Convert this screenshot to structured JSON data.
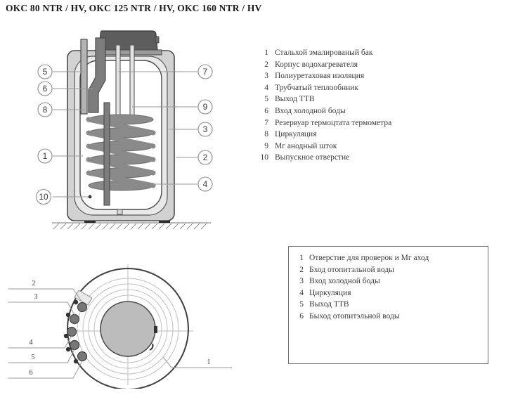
{
  "title": "OKC 80 NTR / HV, OKC 125 NTR / HV, OKC 160 NTR / HV",
  "legend_top": {
    "items": [
      {
        "num": "1",
        "text": "Стальхой эмалированый бак"
      },
      {
        "num": "2",
        "text": "Корпус водохагревателя"
      },
      {
        "num": "3",
        "text": "Полиуретаховая изоляция"
      },
      {
        "num": "4",
        "text": "Трубчатый  теплообнник"
      },
      {
        "num": "5",
        "text": "Выход ТТВ"
      },
      {
        "num": "6",
        "text": "Вход холодной боды"
      },
      {
        "num": "7",
        "text": "Резервуар термоцтата термометра"
      },
      {
        "num": "8",
        "text": "Циркуляция"
      },
      {
        "num": "9",
        "text": "Мг анодный шток"
      },
      {
        "num": "10",
        "text": "Выпускное отверстие"
      }
    ]
  },
  "legend_bottom": {
    "items": [
      {
        "num": "1",
        "text": "Отверстие для проверок и Мг аход"
      },
      {
        "num": "2",
        "text": "Бход отопитэльной воды"
      },
      {
        "num": "3",
        "text": "Вход холодной боды"
      },
      {
        "num": "4",
        "text": "Циркуляция"
      },
      {
        "num": "5",
        "text": "Выход ТТВ"
      },
      {
        "num": "6",
        "text": "Быход отопитэльной воды"
      }
    ]
  },
  "tank_diagram": {
    "callouts_left": [
      "5",
      "6",
      "8",
      "1",
      "10"
    ],
    "callouts_right": [
      "7",
      "9",
      "3",
      "2",
      "4"
    ]
  },
  "plan_diagram": {
    "callouts_left": [
      "2",
      "3",
      "4",
      "5",
      "6"
    ],
    "callouts_right": [
      "1"
    ]
  },
  "colors": {
    "outline": "#4a4a4a",
    "shell_fill": "#d2d2d2",
    "insulation_fill": "#e9e9e9",
    "coil": "#7d7d7d",
    "cap": "#5d5d5d",
    "callout_stroke": "#8d8d8d",
    "leader": "#9a9a9a",
    "plan_center": "#bcbcbc",
    "box_border": "#6d6d6d",
    "text": "#3a3a3a"
  }
}
